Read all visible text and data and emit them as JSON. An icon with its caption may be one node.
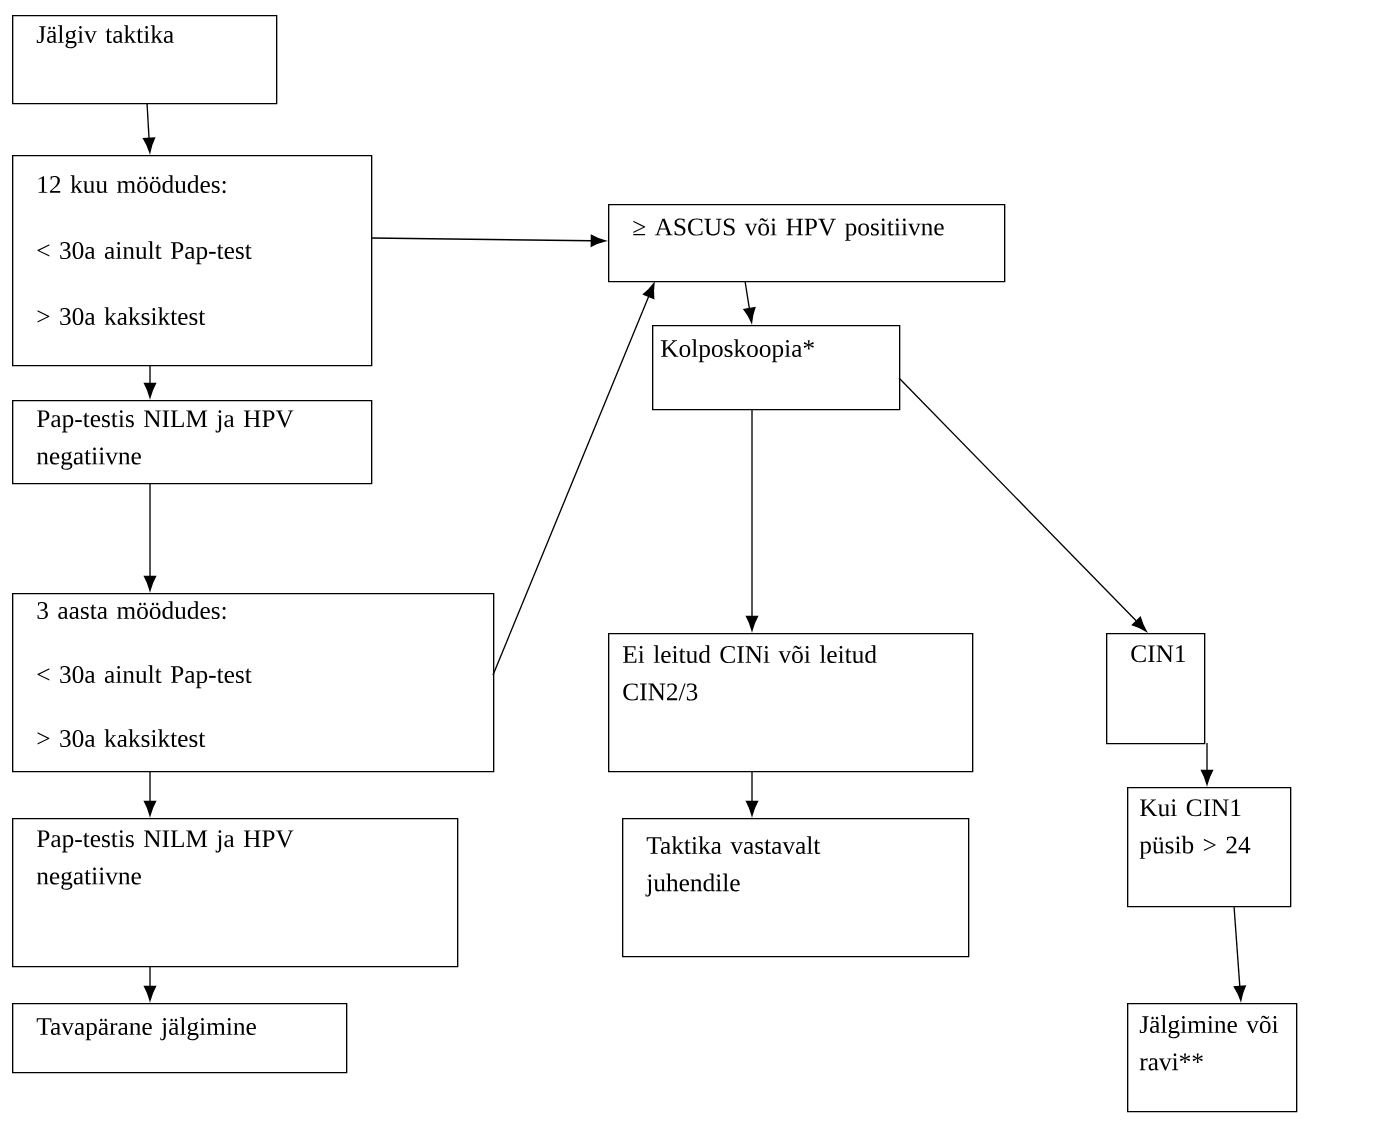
{
  "diagram": {
    "nodes": [
      {
        "text": [
          "Jälgiv taktika"
        ]
      },
      {
        "text": [
          "12 kuu möödudes:",
          "< 30a ainult Pap-test",
          "> 30a kaksiktest"
        ]
      },
      {
        "text": [
          "Pap-testis NILM ja HPV negatiivne"
        ]
      },
      {
        "text": [
          "3 aasta möödudes:",
          "< 30a  ainult Pap-test",
          "> 30a  kaksiktest"
        ]
      },
      {
        "text": [
          "Pap-testis NILM ja HPV negatiivne"
        ]
      },
      {
        "text": [
          "Tavapärane jälgimine"
        ]
      },
      {
        "text": [
          "≥ ASCUS  või HPV positiivne"
        ]
      },
      {
        "text": [
          "Kolposkoopia*"
        ]
      },
      {
        "text": [
          "Ei leitud CINi või leitud CIN2/3"
        ]
      },
      {
        "text": [
          "CIN1"
        ]
      },
      {
        "text": [
          "Taktika vastavalt juhendile"
        ]
      },
      {
        "text": [
          "Kui CIN1 püsib > 24"
        ]
      },
      {
        "text": [
          "Jälgimine või ravi**"
        ]
      }
    ],
    "edges": [
      {
        "from": 0,
        "to": 1,
        "arrow": "to"
      },
      {
        "from": 1,
        "to": 6,
        "arrow": "to"
      },
      {
        "from": 1,
        "to": 2,
        "arrow": "to"
      },
      {
        "from": 2,
        "to": 3,
        "arrow": "to"
      },
      {
        "from": 3,
        "to": 6,
        "arrow": "to"
      },
      {
        "from": 3,
        "to": 4,
        "arrow": "to"
      },
      {
        "from": 4,
        "to": 5,
        "arrow": "to"
      },
      {
        "from": 6,
        "to": 7,
        "arrow": "to"
      },
      {
        "from": 7,
        "to": 8,
        "arrow": "to"
      },
      {
        "from": 7,
        "to": 9,
        "arrow": "to"
      },
      {
        "from": 8,
        "to": 10,
        "arrow": "to"
      },
      {
        "from": 9,
        "to": 11,
        "arrow": "to"
      },
      {
        "from": 11,
        "to": 12,
        "arrow": "to"
      }
    ]
  }
}
